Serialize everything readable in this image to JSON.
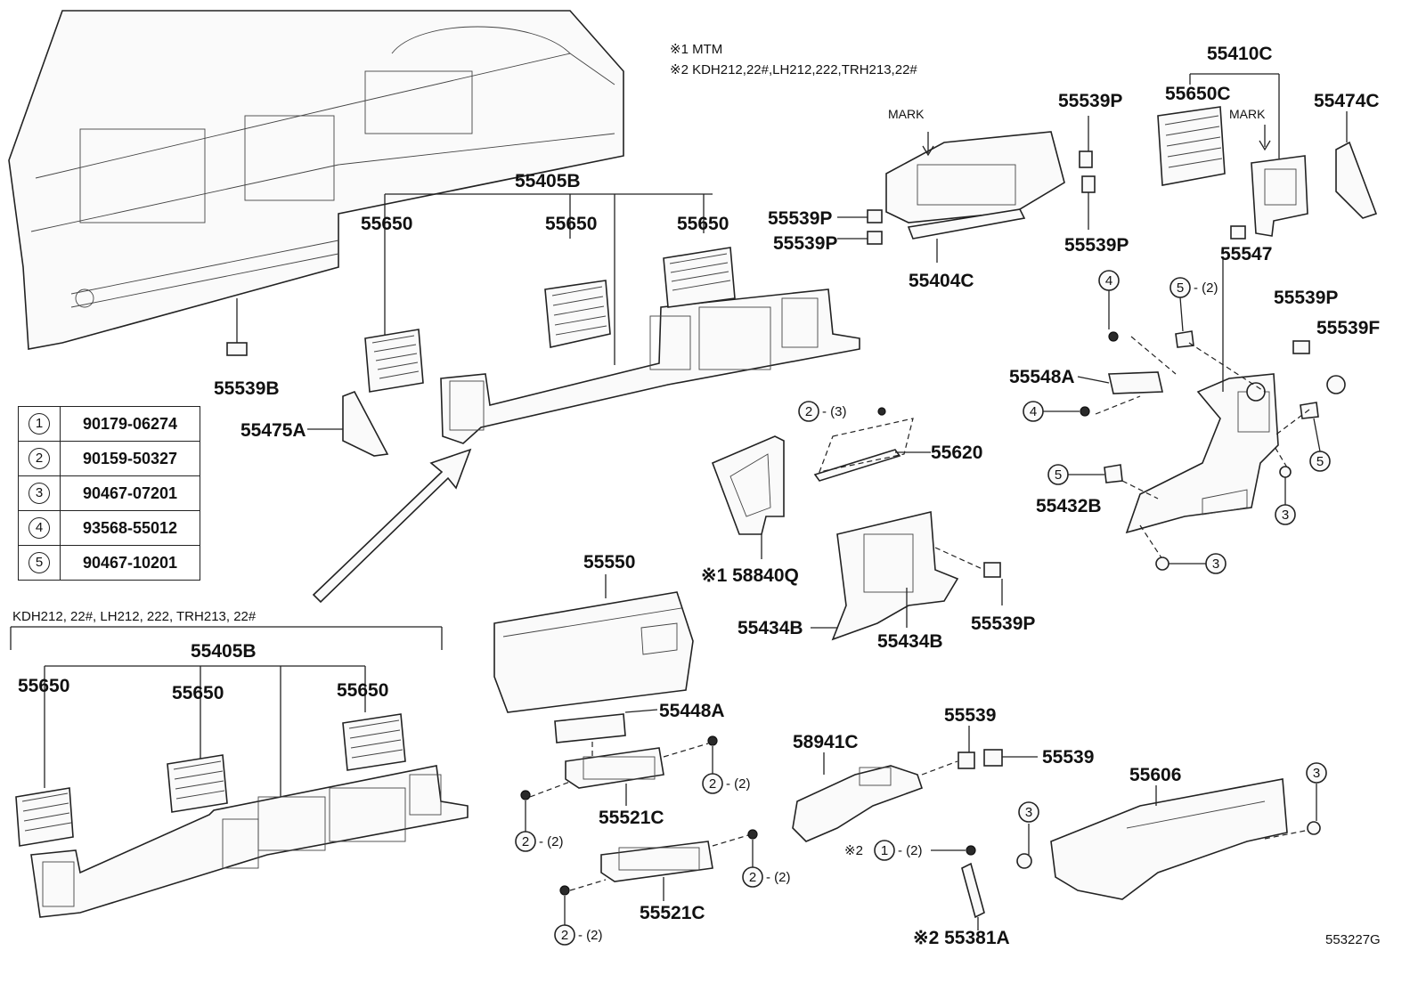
{
  "notes": {
    "note1": "※1 MTM",
    "note2": "※2 KDH212,22#,LH212,222,TRH213,22#"
  },
  "legend": [
    {
      "symbol": "1",
      "part": "90179-06274"
    },
    {
      "symbol": "2",
      "part": "90159-50327"
    },
    {
      "symbol": "3",
      "part": "90467-07201"
    },
    {
      "symbol": "4",
      "part": "93568-55012"
    },
    {
      "symbol": "5",
      "part": "90467-10201"
    }
  ],
  "labels": {
    "p55405B_top": "55405B",
    "p55650_a": "55650",
    "p55650_b": "55650",
    "p55650_c": "55650",
    "p55539B": "55539B",
    "p55475A": "55475A",
    "mark1": "MARK",
    "mark2": "MARK",
    "p55539P_1": "55539P",
    "p55539P_2": "55539P",
    "p55404C": "55404C",
    "p55539P_3": "55539P",
    "p55539P_4": "55539P",
    "p55410C": "55410C",
    "p55650C": "55650C",
    "p55474C": "55474C",
    "p55547": "55547",
    "p55539P_5": "55539P",
    "p55539F": "55539F",
    "p55548A": "55548A",
    "p55432B": "55432B",
    "p55620": "55620",
    "p58840Q": "※1 58840Q",
    "p55434B_1": "55434B",
    "p55434B_2": "55434B",
    "p55539P_6": "55539P",
    "p55550": "55550",
    "p55448A": "55448A",
    "p55521C_1": "55521C",
    "p55521C_2": "55521C",
    "p58941C": "58941C",
    "p55539_1": "55539",
    "p55539_2": "55539",
    "p55606": "55606",
    "p55381A": "※2 55381A",
    "variant_title": "KDH212, 22#, LH212, 222, TRH213, 22#",
    "p55405B_bot": "55405B",
    "p55650_d": "55650",
    "p55650_e": "55650",
    "p55650_f": "55650",
    "diagram_id": "553227G"
  },
  "callouts": {
    "c2_qty3": "2",
    "qty3": "- (3)",
    "c4a": "4",
    "c4b": "4",
    "c5a": "5",
    "qty5": "- (2)",
    "c5b": "5",
    "c5c": "5",
    "c3a": "3",
    "c3b": "3",
    "c3c": "3",
    "c3d": "3",
    "c2a": "2",
    "c2b": "2",
    "c2c": "2",
    "c2d": "2",
    "qty_a": "- (2)",
    "qty_b": "- (2)",
    "qty_c": "- (2)",
    "qty_d": "- (2)",
    "c1": "1",
    "c1_pre": "※2",
    "qty_e": "- (2)"
  }
}
